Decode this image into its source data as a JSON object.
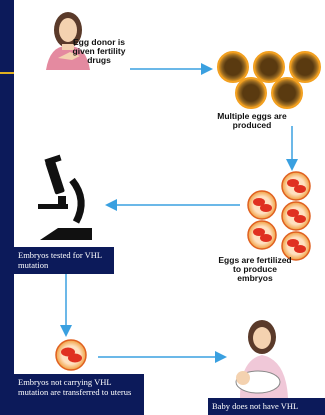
{
  "steps": {
    "donor": "Egg donor is given fertility drugs",
    "eggs": "Multiple eggs are produced",
    "fertilized": "Eggs are fertilized to produce embryos",
    "tested": "Embryos tested for VHL mutation",
    "transferred": "Embryos not carrying VHL mutation are transferred to uterus",
    "baby": "Baby does not have VHL"
  },
  "colors": {
    "background": "#0c1a5a",
    "accent_line": "#e0b020",
    "arrow": "#3aa0e0",
    "egg_ring": "#f2a020",
    "embryo": "#e03020"
  }
}
